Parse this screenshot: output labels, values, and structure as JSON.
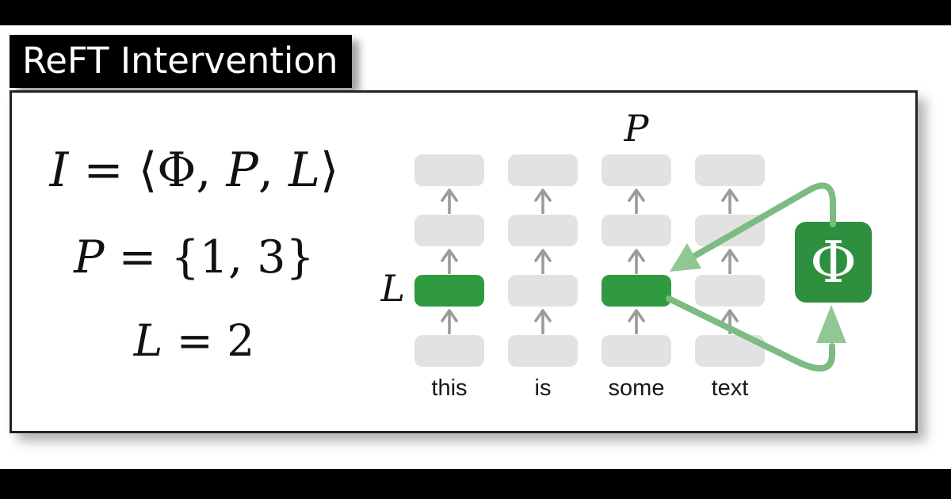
{
  "title": {
    "text": "ReFT Intervention"
  },
  "math": {
    "lines": [
      {
        "name": "intervention-tuple",
        "parts": [
          {
            "t": "I",
            "i": 1
          },
          {
            "t": " = ",
            "i": 0
          },
          {
            "t": "⟨",
            "i": 0
          },
          {
            "t": "Φ",
            "i": 0
          },
          {
            "t": ", ",
            "i": 0
          },
          {
            "t": "P",
            "i": 1
          },
          {
            "t": ", ",
            "i": 0
          },
          {
            "t": "L",
            "i": 1
          },
          {
            "t": "⟩",
            "i": 0
          }
        ]
      },
      {
        "name": "positions",
        "parts": [
          {
            "t": "P",
            "i": 1
          },
          {
            "t": " = {1, 3}",
            "i": 0
          }
        ]
      },
      {
        "name": "layer",
        "parts": [
          {
            "t": "L",
            "i": 1
          },
          {
            "t": " = 2",
            "i": 0
          }
        ]
      }
    ]
  },
  "diagram": {
    "tokens": [
      "this",
      "is",
      "some",
      "text"
    ],
    "num_layers": 4,
    "intervention": {
      "phi_label": "Φ",
      "position_label": "P",
      "layer_label": "L",
      "layer_index_from_top": 2,
      "position_indices": [
        0,
        2
      ]
    }
  },
  "colors": {
    "background": "#ffffff",
    "bars": "#000000",
    "title_bg": "#000000",
    "title_text": "#ffffff",
    "panel_border": "#222222",
    "gray_box": "#e2e2e2",
    "green_box": "#2f9a3f",
    "phi_box": "#2e8f3f",
    "arrow_gray": "#9b9b9b",
    "green_line": "#7cbb82",
    "green_arrowhead": "#90c795",
    "token_text": "#191919",
    "math_text": "#111111"
  }
}
